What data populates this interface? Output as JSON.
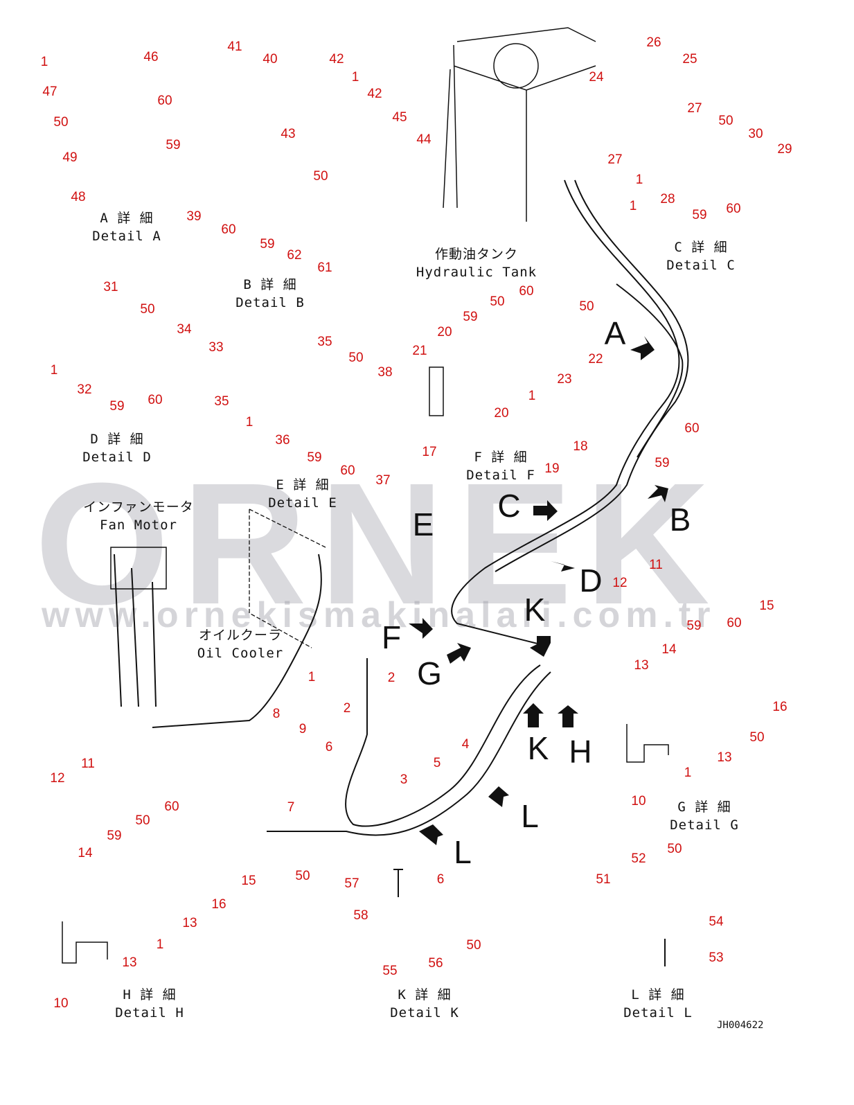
{
  "watermark": {
    "brand": "ORNEK",
    "url": "www.ornekismakinalari.com.tr"
  },
  "drawing_code": "JH004622",
  "component_labels": [
    {
      "jp": "作動油タンク",
      "en": "Hydraulic Tank"
    },
    {
      "jp": "インファンモータ",
      "en": "Fan Motor"
    },
    {
      "jp": "オイルクーラ",
      "en": "Oil Cooler"
    }
  ],
  "detail_captions": [
    {
      "jp": "A 詳 細",
      "en": "Detail A"
    },
    {
      "jp": "B 詳 細",
      "en": "Detail B"
    },
    {
      "jp": "C 詳 細",
      "en": "Detail C"
    },
    {
      "jp": "D 詳 細",
      "en": "Detail D"
    },
    {
      "jp": "E 詳 細",
      "en": "Detail E"
    },
    {
      "jp": "F 詳 細",
      "en": "Detail F"
    },
    {
      "jp": "G 詳 細",
      "en": "Detail G"
    },
    {
      "jp": "H 詳 細",
      "en": "Detail H"
    },
    {
      "jp": "K 詳 細",
      "en": "Detail K"
    },
    {
      "jp": "L 詳 細",
      "en": "Detail L"
    }
  ],
  "view_letters": [
    "A",
    "B",
    "C",
    "D",
    "E",
    "F",
    "G",
    "K",
    "K",
    "H",
    "L",
    "L"
  ],
  "part_numbers": [
    "1",
    "46",
    "47",
    "60",
    "50",
    "59",
    "49",
    "48",
    "41",
    "40",
    "42",
    "1",
    "42",
    "43",
    "45",
    "44",
    "50",
    "39",
    "60",
    "59",
    "62",
    "61",
    "26",
    "25",
    "24",
    "27",
    "50",
    "30",
    "29",
    "27",
    "1",
    "28",
    "59",
    "60",
    "1",
    "31",
    "50",
    "34",
    "33",
    "1",
    "32",
    "59",
    "60",
    "35",
    "50",
    "38",
    "35",
    "1",
    "36",
    "59",
    "60",
    "37",
    "60",
    "50",
    "59",
    "50",
    "20",
    "21",
    "22",
    "23",
    "1",
    "20",
    "18",
    "17",
    "19",
    "60",
    "59",
    "12",
    "11",
    "15",
    "59",
    "60",
    "14",
    "13",
    "16",
    "50",
    "13",
    "1",
    "10",
    "1",
    "2",
    "2",
    "8",
    "9",
    "4",
    "6",
    "5",
    "3",
    "7",
    "50",
    "6",
    "11",
    "12",
    "60",
    "50",
    "59",
    "14",
    "15",
    "16",
    "13",
    "1",
    "13",
    "10",
    "57",
    "58",
    "50",
    "56",
    "55",
    "52",
    "50",
    "51",
    "54",
    "53"
  ]
}
